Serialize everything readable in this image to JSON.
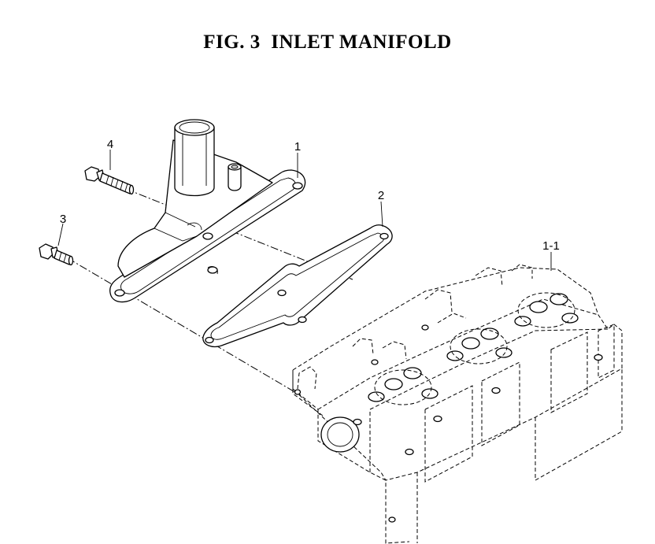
{
  "figure": {
    "title": "FIG. 3  INLET MANIFOLD"
  },
  "callouts": {
    "part_1": "1",
    "part_2": "2",
    "part_3": "3",
    "part_4": "4",
    "part_1_1": "1-1"
  },
  "parts": [
    {
      "callout": "1",
      "icon": "inlet-manifold-icon"
    },
    {
      "callout": "2",
      "icon": "gasket-icon"
    },
    {
      "callout": "3",
      "icon": "bolt-icon"
    },
    {
      "callout": "4",
      "icon": "bolt-icon"
    },
    {
      "callout": "1-1",
      "icon": "cylinder-head-icon"
    }
  ]
}
